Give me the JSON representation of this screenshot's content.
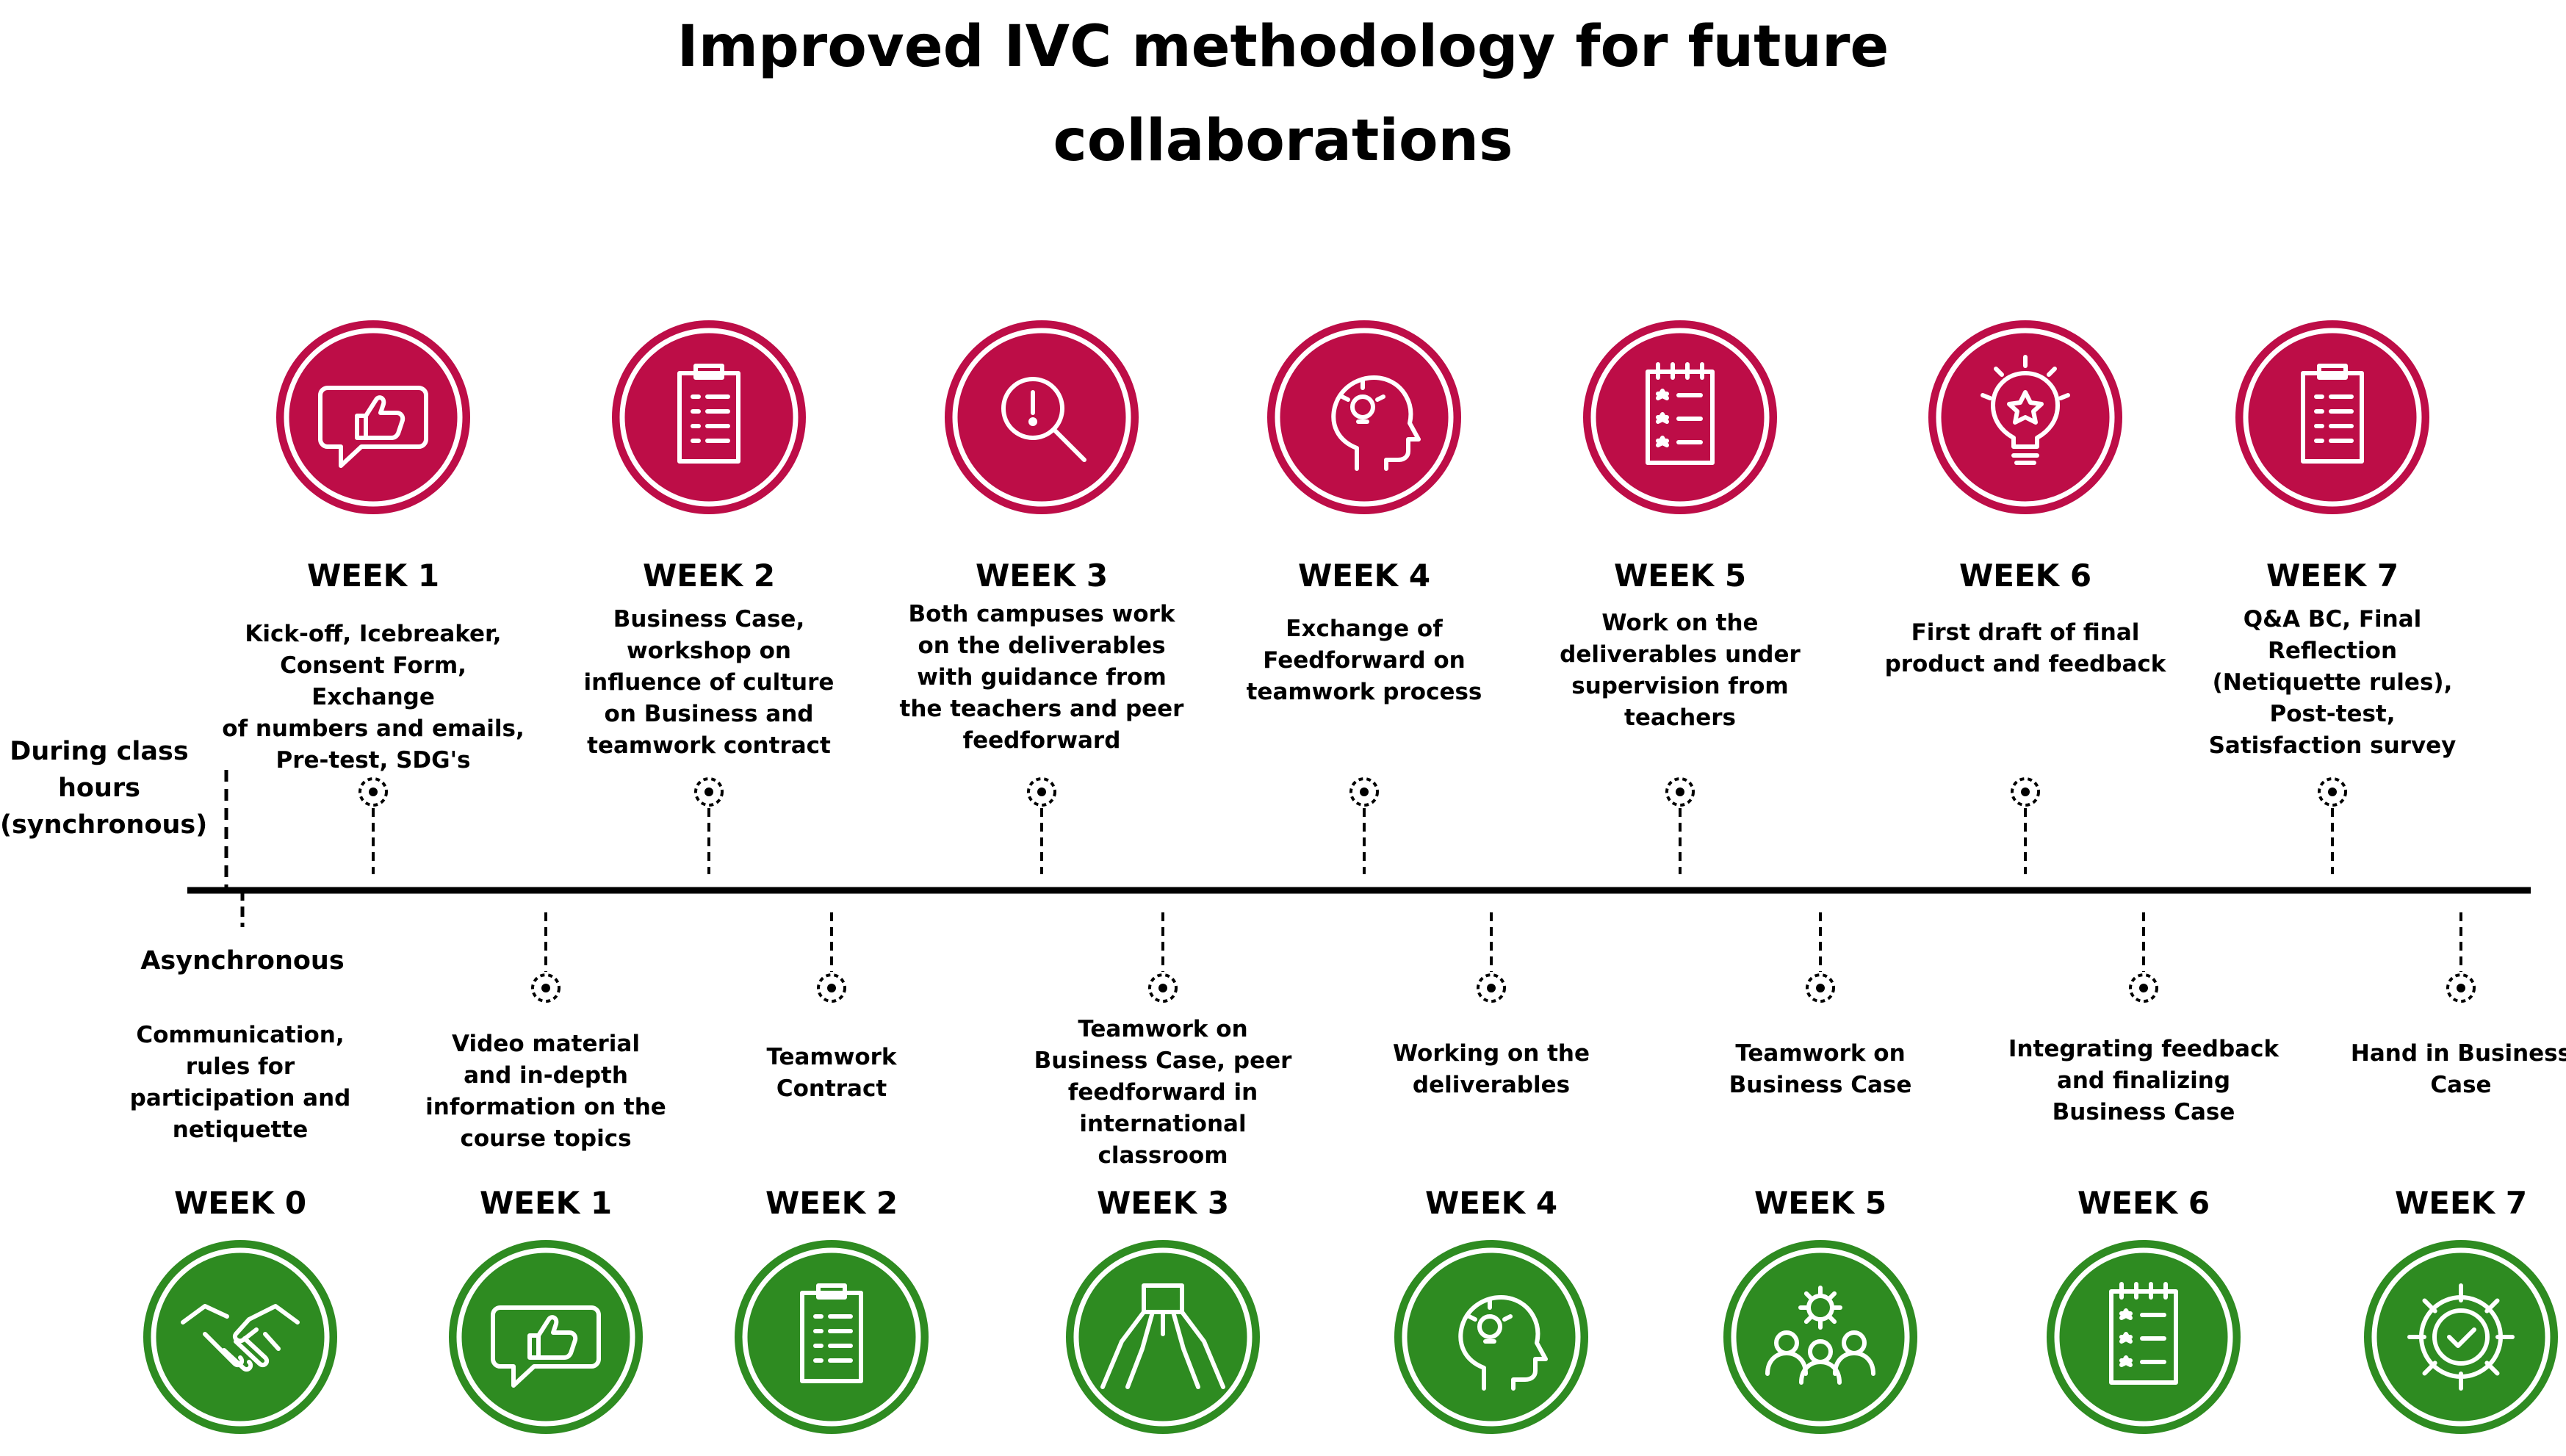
{
  "title_line1": "Improved IVC methodology for future",
  "title_line2": "collaborations",
  "labels": {
    "sync_line1": "During class",
    "sync_line2": "hours",
    "sync_line3": "(synchronous)",
    "async": "Asynchronous"
  },
  "colors": {
    "sync": "#BD0D47",
    "async": "#2E8B21",
    "line": "#000000",
    "text": "#000000"
  },
  "sync_weeks": [
    {
      "week": "WEEK 1",
      "icon": "thumbs-up-chat-icon",
      "lines": [
        "Kick-off, Icebreaker,",
        "Consent Form, Exchange",
        "of numbers and emails,",
        "Pre-test, SDG's"
      ]
    },
    {
      "week": "WEEK 2",
      "icon": "clipboard-icon",
      "lines": [
        "Business Case,",
        "workshop on",
        "influence of culture",
        "on Business and",
        "teamwork contract"
      ]
    },
    {
      "week": "WEEK 3",
      "icon": "magnifier-icon",
      "lines": [
        "Both campuses work",
        "on the deliverables",
        "with guidance from",
        "the teachers and peer",
        "feedforward"
      ]
    },
    {
      "week": "WEEK 4",
      "icon": "head-lightbulb-icon",
      "lines": [
        "Exchange of",
        "Feedforward on",
        "teamwork process"
      ]
    },
    {
      "week": "WEEK 5",
      "icon": "checklist-notepad-icon",
      "lines": [
        "Work on the",
        "deliverables under",
        "supervision from",
        "teachers"
      ]
    },
    {
      "week": "WEEK 6",
      "icon": "lightbulb-star-icon",
      "lines": [
        "First draft of final",
        "product and feedback"
      ]
    },
    {
      "week": "WEEK 7",
      "icon": "clipboard-icon",
      "lines": [
        "Q&A BC, Final",
        "Reflection",
        "(Netiquette rules),",
        "Post-test,",
        "Satisfaction survey"
      ]
    }
  ],
  "async_weeks": [
    {
      "week": "WEEK 0",
      "icon": "handshake-icon",
      "lines": [
        "Communication,",
        "rules for",
        "participation and",
        "netiquette"
      ]
    },
    {
      "week": "WEEK 1",
      "icon": "thumbs-up-chat-icon",
      "lines": [
        "Video material",
        "and in-depth",
        "information on the",
        "course topics"
      ]
    },
    {
      "week": "WEEK 2",
      "icon": "clipboard-icon",
      "lines": [
        "Teamwork",
        "Contract"
      ]
    },
    {
      "week": "WEEK 3",
      "icon": "joined-hands-icon",
      "lines": [
        "Teamwork on",
        "Business Case, peer",
        "feedforward in",
        "international",
        "classroom"
      ]
    },
    {
      "week": "WEEK 4",
      "icon": "head-lightbulb-icon",
      "lines": [
        "Working on the",
        "deliverables"
      ]
    },
    {
      "week": "WEEK 5",
      "icon": "team-gear-icon",
      "lines": [
        "Teamwork on",
        "Business Case"
      ]
    },
    {
      "week": "WEEK 6",
      "icon": "checklist-notepad-icon",
      "lines": [
        "Integrating feedback",
        "and finalizing",
        "Business Case"
      ]
    },
    {
      "week": "WEEK 7",
      "icon": "gear-check-icon",
      "lines": [
        "Hand in Business",
        "Case"
      ]
    }
  ]
}
